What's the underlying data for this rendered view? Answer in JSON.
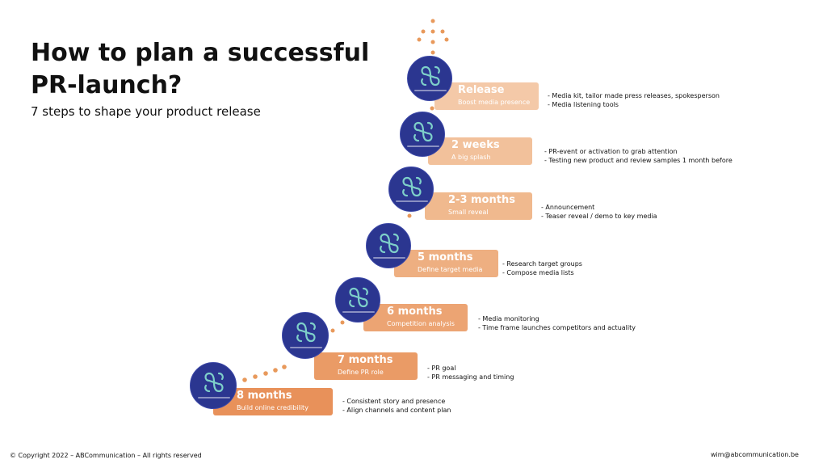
{
  "title_line1": "How to plan a successful",
  "title_line2": "PR-launch?",
  "subtitle": "7 steps to shape your product release",
  "colors": {
    "circle": "#2b3690",
    "dot": "#e8995b",
    "logo": "#7ed0c9"
  },
  "steps": [
    {
      "title": "8 months",
      "subtitle": "Build online credibility",
      "color": "#e8915a",
      "bullets": [
        "- Consistent story and presence",
        "- Align channels and content plan"
      ]
    },
    {
      "title": "7 months",
      "subtitle": "Define PR role",
      "color": "#ea9b66",
      "bullets": [
        "- PR goal",
        "- PR messaging and timing"
      ]
    },
    {
      "title": "6 months",
      "subtitle": "Competition analysis",
      "color": "#eca473",
      "bullets": [
        "- Media monitoring",
        "- Time frame launches competitors and actuality"
      ]
    },
    {
      "title": "5 months",
      "subtitle": "Define target media",
      "color": "#eeaf81",
      "bullets": [
        "- Research target groups",
        "- Compose media lists"
      ]
    },
    {
      "title": "2-3 months",
      "subtitle": "Small reveal",
      "color": "#f0b98e",
      "bullets": [
        "- Announcement",
        "- Teaser reveal / demo to key media"
      ]
    },
    {
      "title": "2 weeks",
      "subtitle": "A big splash",
      "color": "#f2c19b",
      "bullets": [
        "- PR-event or activation to grab attention",
        "- Testing new product and review samples 1 month before"
      ]
    },
    {
      "title": "Release",
      "subtitle": "Boost media presence",
      "color": "#f4c9a8",
      "bullets": [
        "- Media kit, tailor made press releases, spokesperson",
        "- Media listening tools"
      ]
    }
  ],
  "footer_left": "© Copyright 2022 – ABCommunication – All rights reserved",
  "footer_right": "wim@abcommunication.be"
}
